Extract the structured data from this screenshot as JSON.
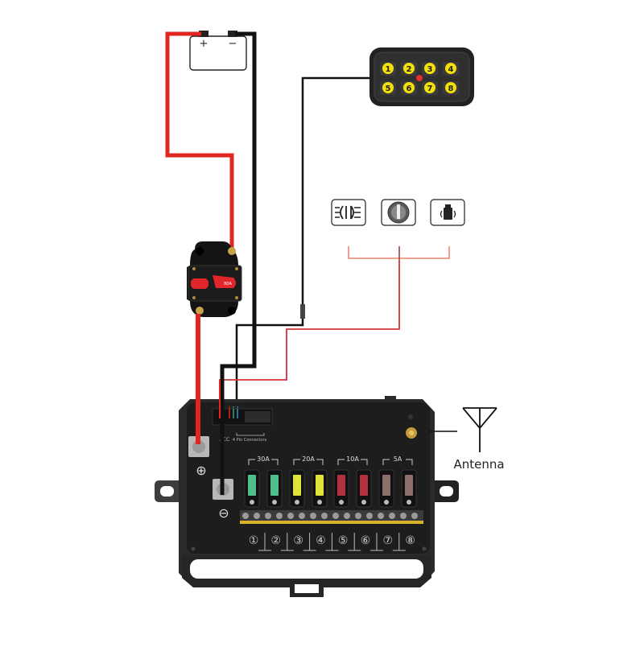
{
  "battery": {
    "positive_label": "+",
    "negative_label": "−"
  },
  "switch_panel": {
    "buttons": [
      "1",
      "2",
      "3",
      "4",
      "5",
      "6",
      "7",
      "8"
    ],
    "button_color": "#f5e10a",
    "body_color": "#2b2b2b"
  },
  "trigger_icons": [
    {
      "name": "headlight-icon"
    },
    {
      "name": "ignition-key-icon"
    },
    {
      "name": "horn-icon"
    }
  ],
  "circuit_breaker": {
    "rating": "80A"
  },
  "control_box": {
    "power_positive_label": "⊕",
    "power_negative_label": "⊖",
    "acc_label": "ACC",
    "connector_label": "4 Pin Connectors",
    "fuse_groups": [
      {
        "label": "30A",
        "color": "#4fc08d"
      },
      {
        "label": "20A",
        "color": "#dfe33a"
      },
      {
        "label": "10A",
        "color": "#b3313f"
      },
      {
        "label": "5A",
        "color": "#8e706b"
      }
    ],
    "outputs": [
      "①",
      "②",
      "③",
      "④",
      "⑤",
      "⑥",
      "⑦",
      "⑧"
    ]
  },
  "antenna": {
    "label": "Antenna"
  },
  "wire_colors": {
    "positive": "#e2251f",
    "negative": "#111111",
    "signal": "#d3343a"
  }
}
